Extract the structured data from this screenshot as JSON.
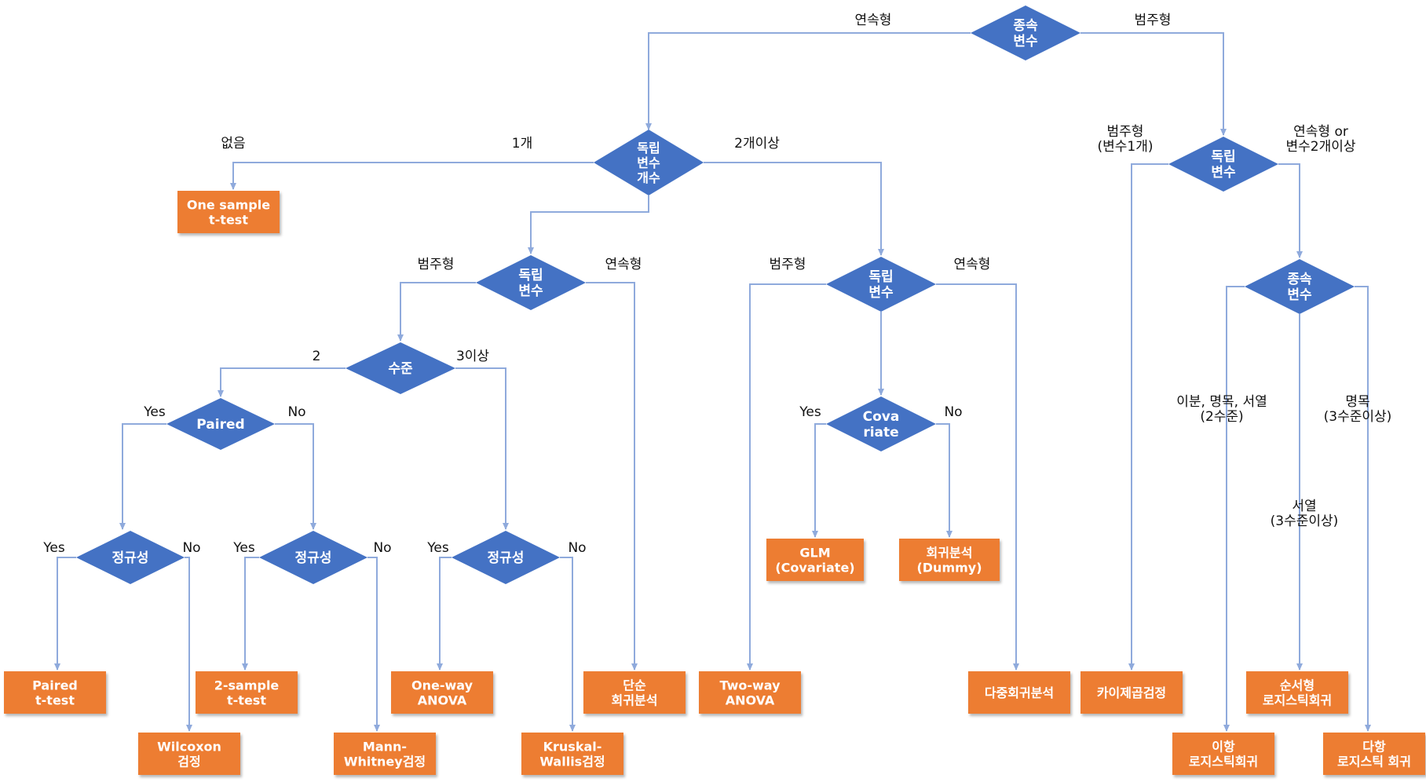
{
  "colors": {
    "decision": "#4472C4",
    "result": "#ED7D31",
    "edge": "#8FAADC",
    "label": "#111111",
    "text": "#FFFFFF"
  },
  "nodes": [
    {
      "id": "d1",
      "kind": "decision",
      "lines": [
        "종속",
        "변수"
      ]
    },
    {
      "id": "d2",
      "kind": "decision",
      "lines": [
        "독립",
        "변수",
        "개수"
      ]
    },
    {
      "id": "d3",
      "kind": "decision",
      "lines": [
        "독립",
        "변수"
      ]
    },
    {
      "id": "d4",
      "kind": "decision",
      "lines": [
        "독립",
        "변수"
      ]
    },
    {
      "id": "d5",
      "kind": "decision",
      "lines": [
        "독립",
        "변수"
      ]
    },
    {
      "id": "d6",
      "kind": "decision",
      "lines": [
        "수준"
      ]
    },
    {
      "id": "d7",
      "kind": "decision",
      "lines": [
        "Paired"
      ]
    },
    {
      "id": "d8",
      "kind": "decision",
      "lines": [
        "Cova",
        "riate"
      ]
    },
    {
      "id": "d9",
      "kind": "decision",
      "lines": [
        "종속",
        "변수"
      ]
    },
    {
      "id": "d10",
      "kind": "decision",
      "lines": [
        "정규성"
      ]
    },
    {
      "id": "d11",
      "kind": "decision",
      "lines": [
        "정규성"
      ]
    },
    {
      "id": "d12",
      "kind": "decision",
      "lines": [
        "정규성"
      ]
    },
    {
      "id": "r1",
      "kind": "result",
      "lines": [
        "One sample",
        "t-test"
      ]
    },
    {
      "id": "r2",
      "kind": "result",
      "lines": [
        "Paired",
        "t-test"
      ]
    },
    {
      "id": "r3",
      "kind": "result",
      "lines": [
        "Wilcoxon",
        "검정"
      ]
    },
    {
      "id": "r4",
      "kind": "result",
      "lines": [
        "2-sample",
        "t-test"
      ]
    },
    {
      "id": "r5",
      "kind": "result",
      "lines": [
        "Mann-",
        "Whitney검정"
      ]
    },
    {
      "id": "r6",
      "kind": "result",
      "lines": [
        "One-way",
        "ANOVA"
      ]
    },
    {
      "id": "r7",
      "kind": "result",
      "lines": [
        "Kruskal-",
        "Wallis검정"
      ]
    },
    {
      "id": "r8",
      "kind": "result",
      "lines": [
        "단순",
        "회귀분석"
      ]
    },
    {
      "id": "r9",
      "kind": "result",
      "lines": [
        "Two-way",
        "ANOVA"
      ]
    },
    {
      "id": "r10",
      "kind": "result",
      "lines": [
        "GLM",
        "(Covariate)"
      ]
    },
    {
      "id": "r11",
      "kind": "result",
      "lines": [
        "회귀분석",
        "(Dummy)"
      ]
    },
    {
      "id": "r12",
      "kind": "result",
      "lines": [
        "다중회귀분석"
      ]
    },
    {
      "id": "r13",
      "kind": "result",
      "lines": [
        "카이제곱검정"
      ]
    },
    {
      "id": "r14",
      "kind": "result",
      "lines": [
        "순서형",
        "로지스틱회귀"
      ]
    },
    {
      "id": "r15",
      "kind": "result",
      "lines": [
        "이항",
        "로지스틱회귀"
      ]
    },
    {
      "id": "r16",
      "kind": "result",
      "lines": [
        "다항",
        "로지스틱 회귀"
      ]
    }
  ],
  "edges": [
    {
      "from": "d1",
      "to": "d2"
    },
    {
      "from": "d1",
      "to": "d5"
    },
    {
      "from": "d2",
      "to": "r1"
    },
    {
      "from": "d2",
      "to": "d3"
    },
    {
      "from": "d2",
      "to": "d4"
    },
    {
      "from": "d3",
      "to": "d6"
    },
    {
      "from": "d3",
      "to": "r8"
    },
    {
      "from": "d6",
      "to": "d7"
    },
    {
      "from": "d6",
      "to": "d12"
    },
    {
      "from": "d7",
      "to": "d10"
    },
    {
      "from": "d7",
      "to": "d11"
    },
    {
      "from": "d10",
      "to": "r2"
    },
    {
      "from": "d10",
      "to": "r3"
    },
    {
      "from": "d11",
      "to": "r4"
    },
    {
      "from": "d11",
      "to": "r5"
    },
    {
      "from": "d12",
      "to": "r6"
    },
    {
      "from": "d12",
      "to": "r7"
    },
    {
      "from": "d4",
      "to": "r9"
    },
    {
      "from": "d4",
      "to": "d8"
    },
    {
      "from": "d4",
      "to": "r12"
    },
    {
      "from": "d8",
      "to": "r10"
    },
    {
      "from": "d8",
      "to": "r11"
    },
    {
      "from": "d5",
      "to": "r13"
    },
    {
      "from": "d5",
      "to": "d9"
    },
    {
      "from": "d9",
      "to": "r15"
    },
    {
      "from": "d9",
      "to": "r14"
    },
    {
      "from": "d9",
      "to": "r16"
    }
  ],
  "edge_labels": [
    {
      "id": "l1",
      "lines": [
        "연속형"
      ]
    },
    {
      "id": "l2",
      "lines": [
        "범주형"
      ]
    },
    {
      "id": "l3",
      "lines": [
        "없음"
      ]
    },
    {
      "id": "l4",
      "lines": [
        "1개"
      ]
    },
    {
      "id": "l5",
      "lines": [
        "2개이상"
      ]
    },
    {
      "id": "l6",
      "lines": [
        "범주형"
      ]
    },
    {
      "id": "l7",
      "lines": [
        "연속형"
      ]
    },
    {
      "id": "l8",
      "lines": [
        "범주형"
      ]
    },
    {
      "id": "l9",
      "lines": [
        "연속형"
      ]
    },
    {
      "id": "l10",
      "lines": [
        "2"
      ]
    },
    {
      "id": "l11",
      "lines": [
        "3이상"
      ]
    },
    {
      "id": "l12",
      "lines": [
        "Yes"
      ]
    },
    {
      "id": "l13",
      "lines": [
        "No"
      ]
    },
    {
      "id": "l14",
      "lines": [
        "Yes"
      ]
    },
    {
      "id": "l15",
      "lines": [
        "No"
      ]
    },
    {
      "id": "l16",
      "lines": [
        "Yes"
      ]
    },
    {
      "id": "l17",
      "lines": [
        "No"
      ]
    },
    {
      "id": "l18",
      "lines": [
        "Yes"
      ]
    },
    {
      "id": "l19",
      "lines": [
        "No"
      ]
    },
    {
      "id": "l20",
      "lines": [
        "Yes"
      ]
    },
    {
      "id": "l21",
      "lines": [
        "No"
      ]
    },
    {
      "id": "l22",
      "lines": [
        "범주형",
        "(변수1개)"
      ]
    },
    {
      "id": "l23",
      "lines": [
        "연속형 or",
        "변수2개이상"
      ]
    },
    {
      "id": "l24",
      "lines": [
        "이분, 명목, 서열",
        "(2수준)"
      ]
    },
    {
      "id": "l25",
      "lines": [
        "명목",
        "(3수준이상)"
      ]
    },
    {
      "id": "l26",
      "lines": [
        "서열",
        "(3수준이상)"
      ]
    }
  ]
}
